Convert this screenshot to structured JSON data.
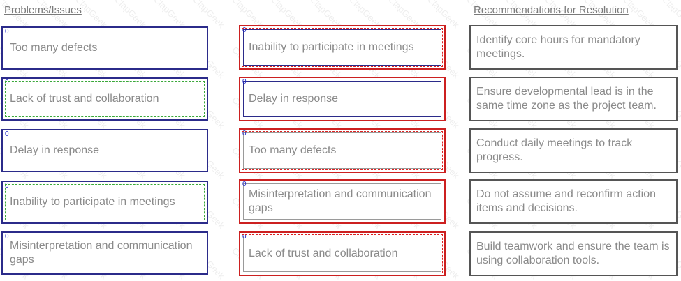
{
  "headers": {
    "problems": "Problems/Issues",
    "recommendations": "Recommendations for Resolution"
  },
  "index_marker": "0",
  "watermark_text": "ClapGeek",
  "colors": {
    "source_border": "#2b2b8a",
    "target_border": "#cc2020",
    "correct_dashed": "#3aa83a",
    "recommendation_border": "#555555",
    "index_marker": "#1e28c8"
  },
  "problems": [
    {
      "label": "Too many defects"
    },
    {
      "label": "Lack of trust and collaboration"
    },
    {
      "label": "Delay in response"
    },
    {
      "label": "Inability to participate in meetings"
    },
    {
      "label": "Misinterpretation and communication gaps"
    }
  ],
  "answers": [
    {
      "label": "Inability to participate in meetings"
    },
    {
      "label": "Delay in response"
    },
    {
      "label": "Too many defects"
    },
    {
      "label": "Misinterpretation and communication gaps"
    },
    {
      "label": "Lack of trust and collaboration"
    }
  ],
  "recommendations": [
    {
      "label": "Identify core hours for mandatory meetings."
    },
    {
      "label": "Ensure developmental lead is in the same time zone as the project team."
    },
    {
      "label": "Conduct daily meetings to track progress."
    },
    {
      "label": "Do not assume and reconfirm action items and decisions."
    },
    {
      "label": "Build teamwork and ensure the team is using collaboration tools."
    }
  ]
}
